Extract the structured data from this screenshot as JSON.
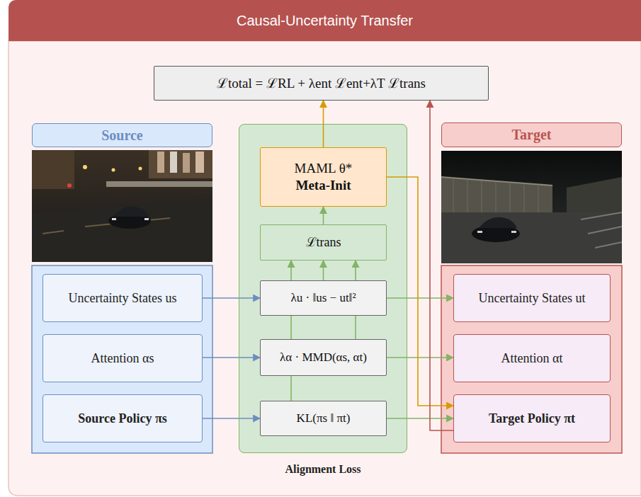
{
  "diagram": {
    "title": "Causal-Uncertainty Transfer",
    "nodes": [
      {
        "text": [
          "ℒtotal = ℒRL + λent ℒent+λT ℒtrans"
        ]
      },
      {
        "text": [
          "Source"
        ]
      },
      {
        "text": [
          "Uncertainty States us"
        ]
      },
      {
        "text": [
          "Attention αs"
        ]
      },
      {
        "text": [
          "Source Policy πs"
        ]
      },
      {
        "text": [
          "Alignment Loss"
        ]
      },
      {
        "text": [
          "MAML θ*",
          "Meta-Init"
        ],
        "in": 5
      },
      {
        "text": [
          "ℒtrans"
        ],
        "in": 5
      },
      {
        "text": [
          "λu · ‖us − ut‖²"
        ],
        "in": 5
      },
      {
        "text": [
          "λα · MMD(αs, αt)"
        ],
        "in": 5
      },
      {
        "text": [
          "KL(πs ‖ πt)"
        ],
        "in": 5
      },
      {
        "text": [
          "Target"
        ]
      },
      {
        "text": [
          "Uncertainty States ut"
        ]
      },
      {
        "text": [
          "Attention αt"
        ]
      },
      {
        "text": [
          "Target Policy πt"
        ]
      }
    ],
    "edges": [
      {
        "from": 2,
        "to": 8,
        "arrow": "to"
      },
      {
        "from": 3,
        "to": 9,
        "arrow": "to"
      },
      {
        "from": 4,
        "to": 10,
        "arrow": "to"
      },
      {
        "from": 8,
        "to": 12,
        "arrow": "to"
      },
      {
        "from": 9,
        "to": 13,
        "arrow": "to"
      },
      {
        "from": 10,
        "to": 14,
        "arrow": "to"
      },
      {
        "from": 10,
        "to": 7,
        "arrow": "to"
      },
      {
        "from": 9,
        "to": 7,
        "arrow": "to"
      },
      {
        "from": 8,
        "to": 7,
        "arrow": "to"
      },
      {
        "from": 7,
        "to": 6,
        "arrow": "to"
      },
      {
        "from": 6,
        "to": 0,
        "arrow": "to"
      },
      {
        "from": 6,
        "to": 14,
        "arrow": "to"
      },
      {
        "from": 14,
        "to": 0,
        "arrow": "to"
      }
    ]
  }
}
